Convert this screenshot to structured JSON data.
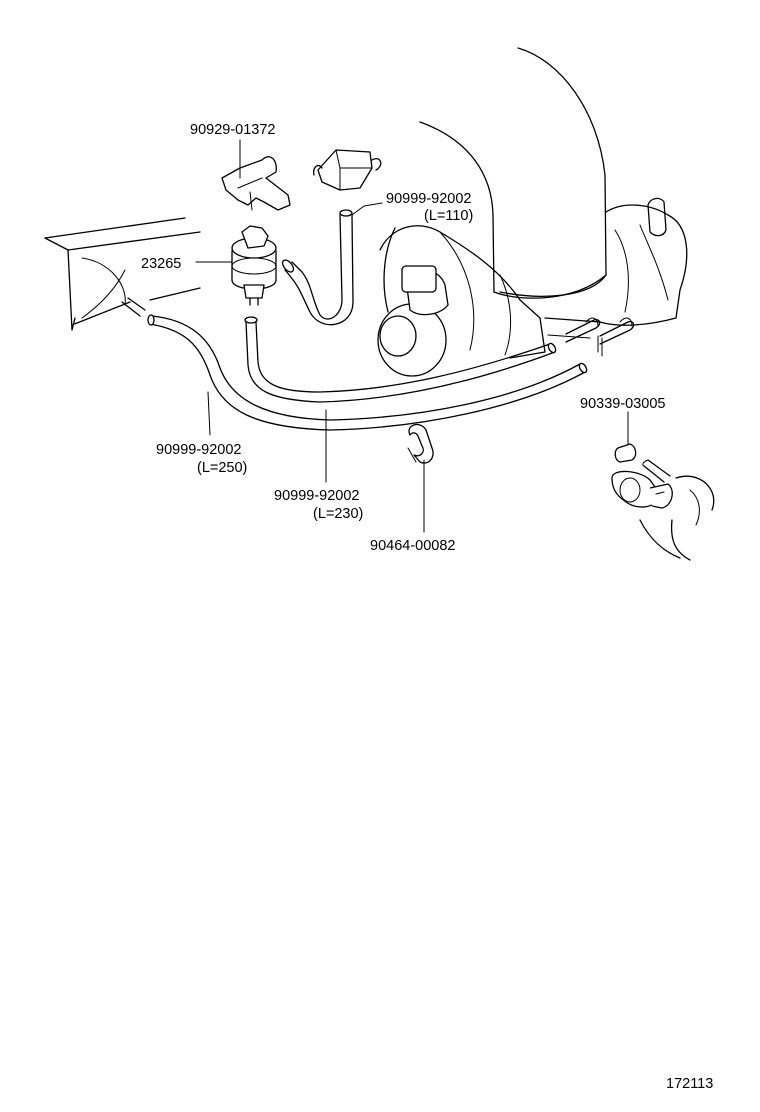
{
  "labels": {
    "bracket_part": "90929-01372",
    "valve_part": "23265",
    "hose_110_part": "90999-92002",
    "hose_110_length": "(L=110)",
    "hose_250_part": "90999-92002",
    "hose_250_length": "(L=250)",
    "hose_230_part": "90999-92002",
    "hose_230_length": "(L=230)",
    "clamp_part": "90464-00082",
    "plug_part": "90339-03005"
  },
  "figure_number": "172113"
}
